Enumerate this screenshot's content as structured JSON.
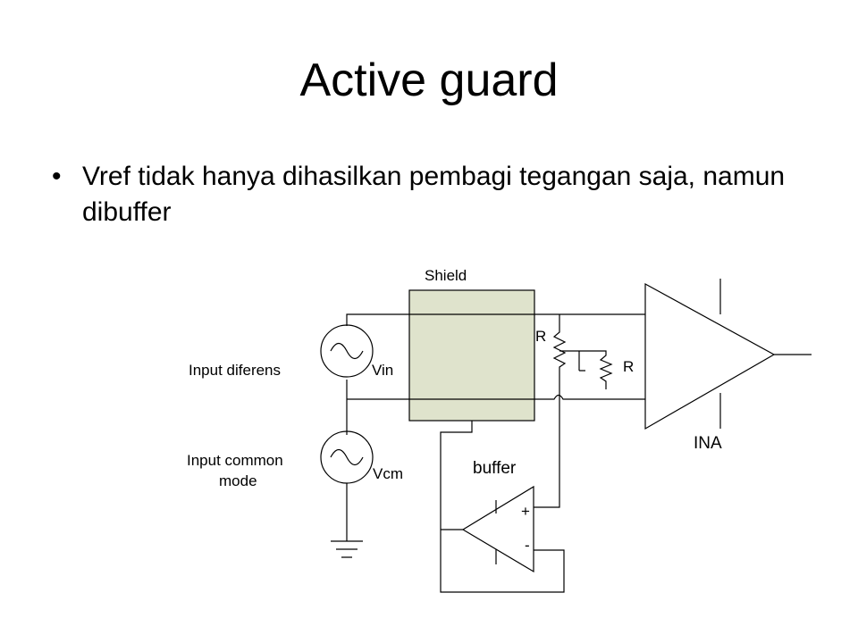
{
  "slide": {
    "title": "Active guard",
    "bullet": "Vref tidak hanya dihasilkan pembagi tegangan saja, namun dibuffer"
  },
  "diagram": {
    "shield_label": "Shield",
    "input_diff_label": "Input diferens",
    "vin_label": "Vin",
    "input_cm_label_line1": "Input common",
    "input_cm_label_line2": "mode",
    "vcm_label": "Vcm",
    "r1_label": "R",
    "r2_label": "R",
    "ina_label": "INA",
    "buffer_label": "buffer",
    "plus_label": "+",
    "minus_label": "-",
    "colors": {
      "shield_fill": "#dfe3cc",
      "stroke": "#000000"
    }
  }
}
